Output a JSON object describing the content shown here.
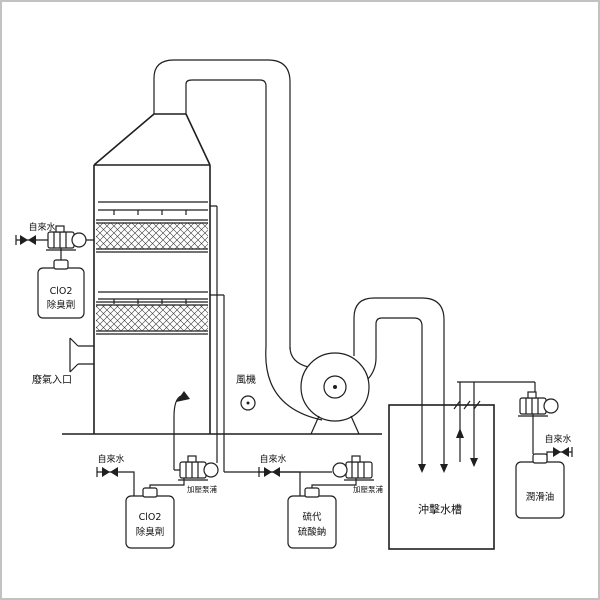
{
  "diagram": {
    "labels": {
      "tap_water": "自來水",
      "deodorant_line1": "ClO2",
      "deodorant_line2": "除臭劑",
      "waste_gas_inlet": "廢氣入口",
      "fan": "風機",
      "booster_pump": "加壓泵浦",
      "impact_water_tank": "沖擊水槽",
      "chemical_line1": "硫代",
      "chemical_line2": "硫酸鈉",
      "lubricant_oil": "潤滑油"
    },
    "colors": {
      "line": "#1f1f1f",
      "background": "#ffffff",
      "border": "#c2c2c2"
    }
  }
}
